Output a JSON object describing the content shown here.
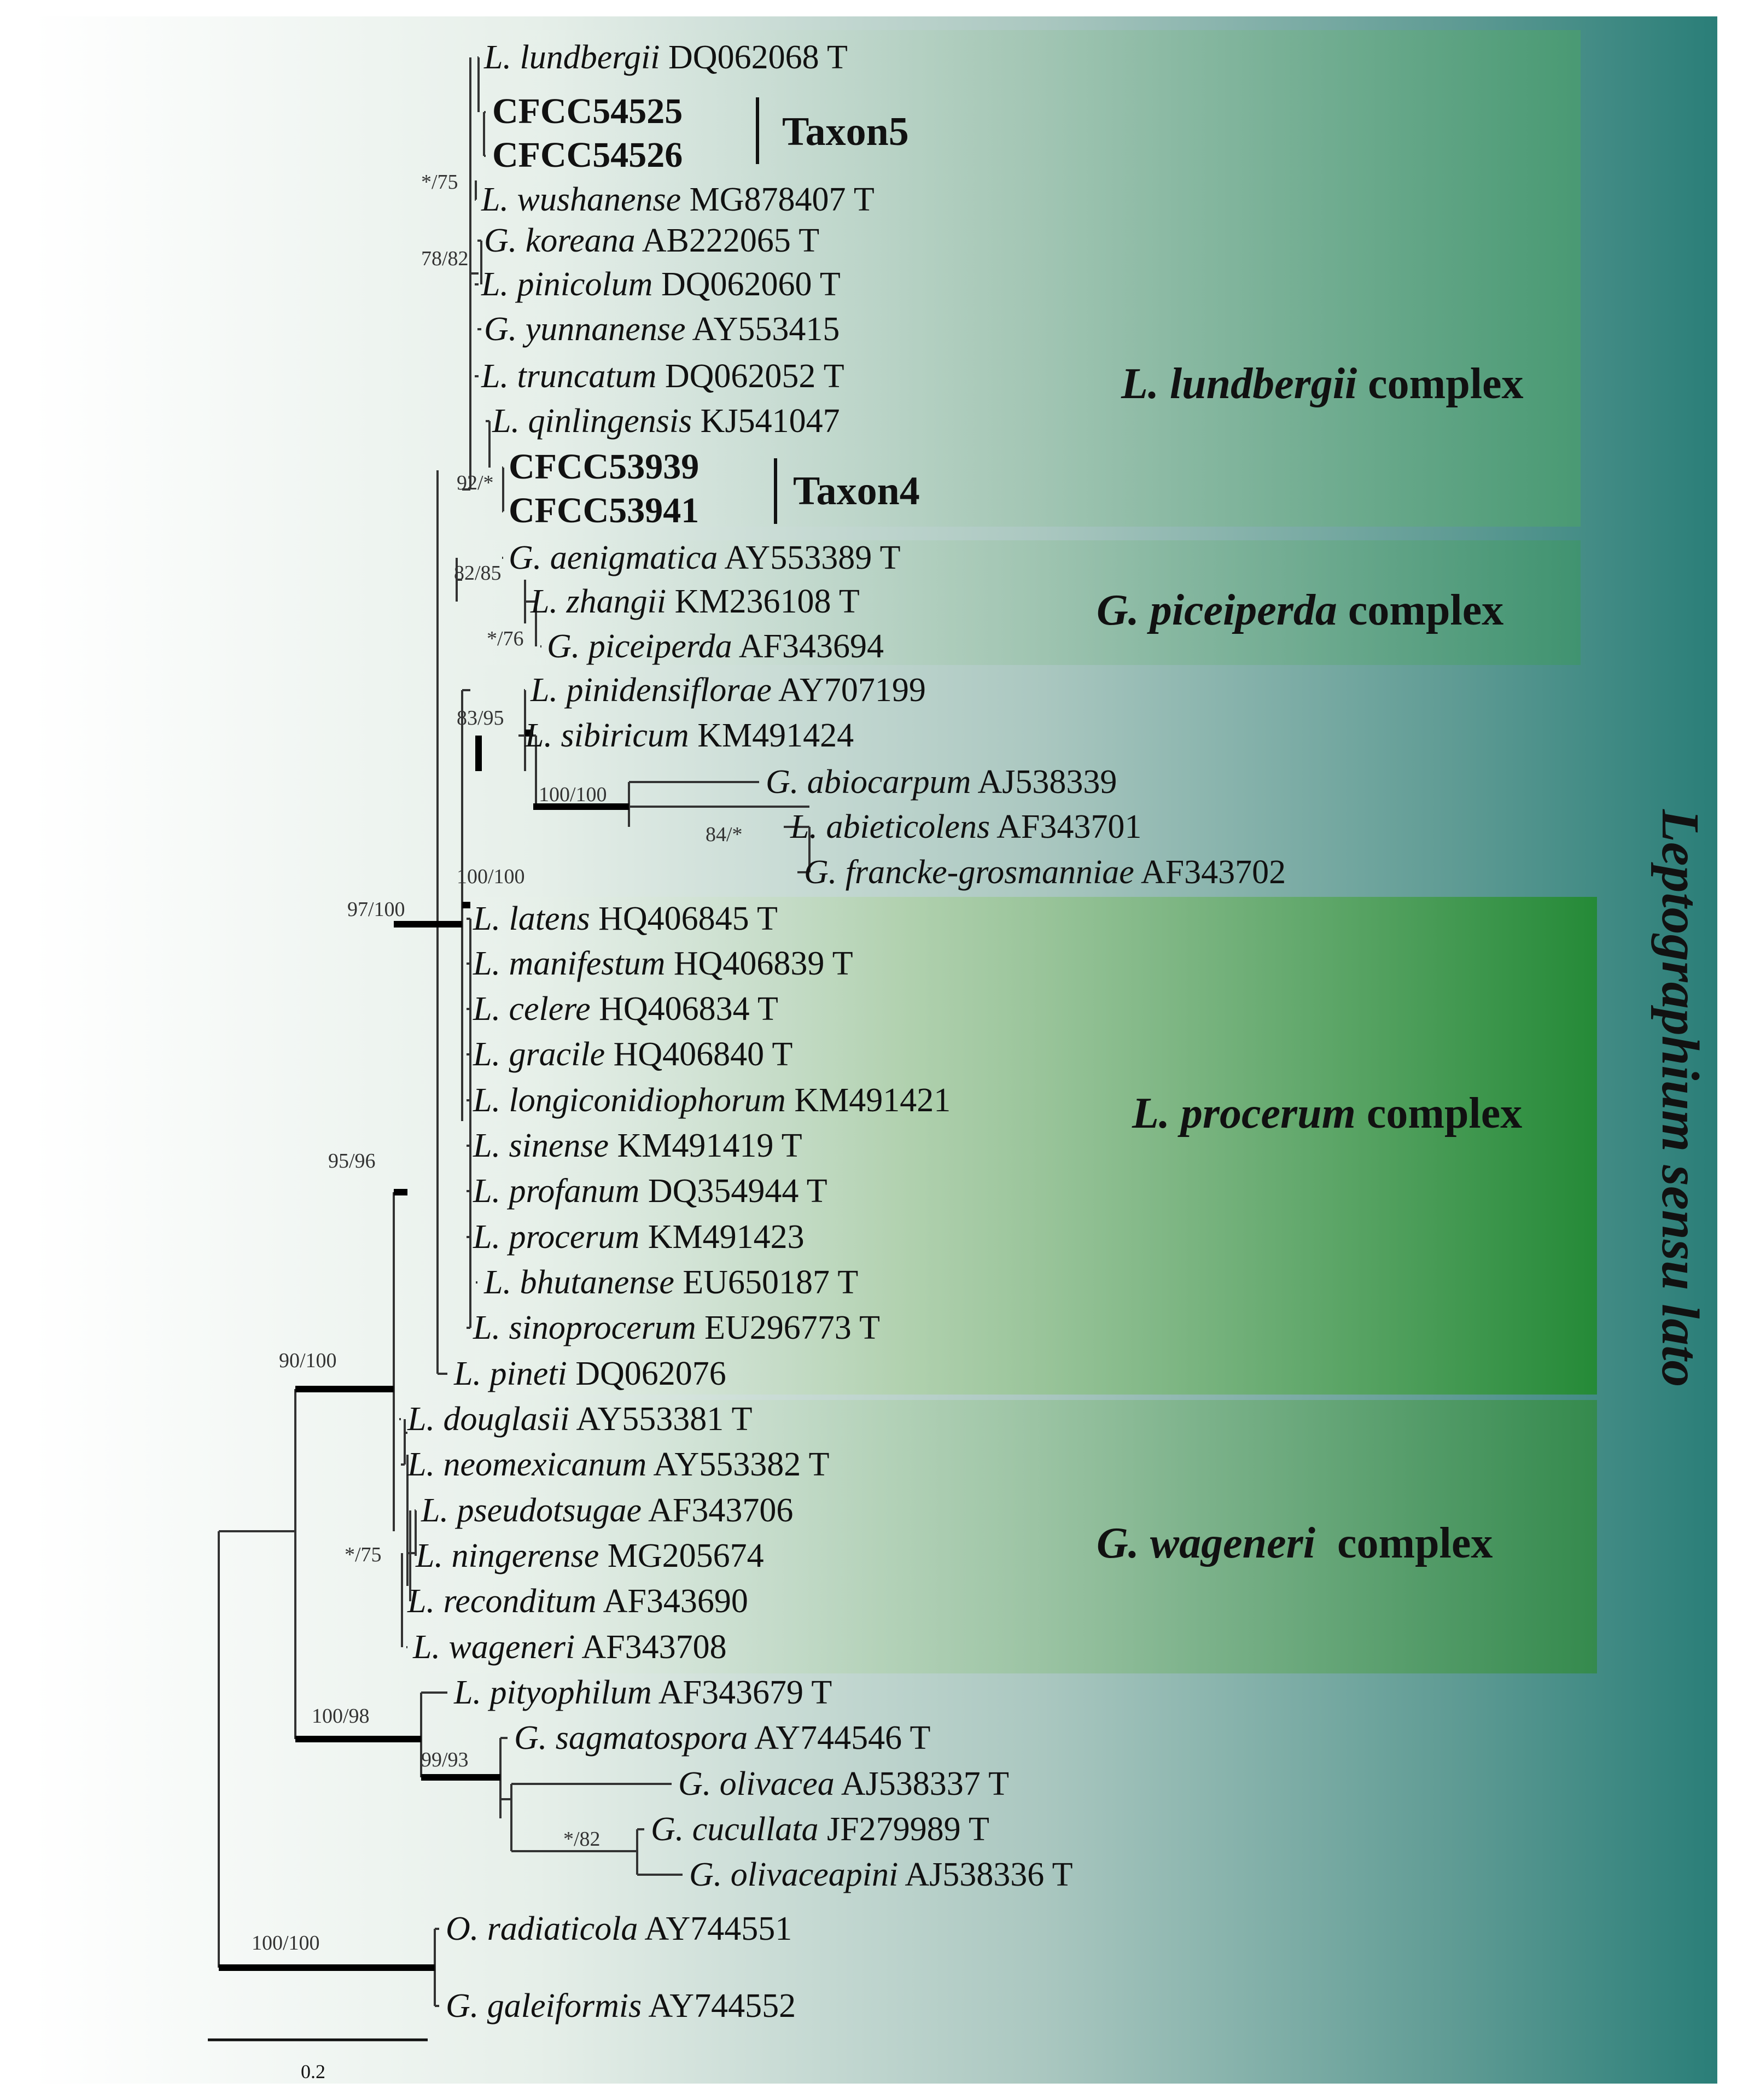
{
  "outer_label": "Leptographium sensu lato",
  "colors": {
    "background_gradient": [
      "#ffffff",
      "#2b7f78"
    ],
    "lundbergii_box": "#5a9f7c",
    "piceiperda_box": "#4f9a78",
    "procerum_box": "#2f8a3b",
    "wageneri_box": "#3e8f55",
    "thick_branch": "#000000",
    "thin_branch": "#333333"
  },
  "groups": [
    {
      "name_italic": "L. lundbergii",
      "name_rest": " complex"
    },
    {
      "name_italic": "G. piceiperda",
      "name_rest": " complex"
    },
    {
      "name_italic": "L. procerum",
      "name_rest": " complex"
    },
    {
      "name_italic": "G. wageneri",
      "name_rest": "  complex"
    }
  ],
  "taxa_labels": [
    "Taxon5",
    "Taxon4"
  ],
  "tips": [
    {
      "species": "L. lundbergii",
      "accession": " DQ062068 T"
    },
    {
      "species": "",
      "accession": "CFCC54525",
      "bold": true
    },
    {
      "species": "",
      "accession": "CFCC54526",
      "bold": true
    },
    {
      "species": "L. wushanense",
      "accession": " MG878407 T"
    },
    {
      "species": "G. koreana",
      "accession": " AB222065 T"
    },
    {
      "species": "L. pinicolum",
      "accession": " DQ062060 T"
    },
    {
      "species": "G. yunnanense",
      "accession": " AY553415"
    },
    {
      "species": "L. truncatum",
      "accession": " DQ062052 T"
    },
    {
      "species": "L. qinlingensis",
      "accession": " KJ541047"
    },
    {
      "species": "",
      "accession": "CFCC53939",
      "bold": true
    },
    {
      "species": "",
      "accession": "CFCC53941",
      "bold": true
    },
    {
      "species": "G. aenigmatica",
      "accession": " AY553389 T"
    },
    {
      "species": "L. zhangii",
      "accession": " KM236108 T"
    },
    {
      "species": "G. piceiperda",
      "accession": " AF343694"
    },
    {
      "species": "L. pinidensiflorae",
      "accession": " AY707199"
    },
    {
      "species": "L. sibiricum",
      "accession": " KM491424"
    },
    {
      "species": "G. abiocarpum",
      "accession": " AJ538339"
    },
    {
      "species": "L. abieticolens",
      "accession": " AF343701"
    },
    {
      "species": "G. francke-grosmanniae",
      "accession": " AF343702"
    },
    {
      "species": "L. latens",
      "accession": " HQ406845 T"
    },
    {
      "species": "L. manifestum",
      "accession": " HQ406839 T"
    },
    {
      "species": "L. celere",
      "accession": " HQ406834 T"
    },
    {
      "species": "L. gracile",
      "accession": " HQ406840 T"
    },
    {
      "species": "L. longiconidiophorum",
      "accession": " KM491421"
    },
    {
      "species": "L. sinense",
      "accession": " KM491419 T"
    },
    {
      "species": "L. profanum",
      "accession": " DQ354944 T"
    },
    {
      "species": "L. procerum",
      "accession": " KM491423"
    },
    {
      "species": "L. bhutanense",
      "accession": " EU650187 T"
    },
    {
      "species": "L. sinoprocerum",
      "accession": " EU296773 T"
    },
    {
      "species": "L. pineti",
      "accession": " DQ062076"
    },
    {
      "species": "L. douglasii",
      "accession": " AY553381 T"
    },
    {
      "species": "L. neomexicanum",
      "accession": " AY553382 T"
    },
    {
      "species": "L. pseudotsugae",
      "accession": " AF343706"
    },
    {
      "species": "L. ningerense",
      "accession": " MG205674"
    },
    {
      "species": "L. reconditum",
      "accession": " AF343690"
    },
    {
      "species": "L. wageneri",
      "accession": " AF343708"
    },
    {
      "species": "L. pityophilum",
      "accession": " AF343679 T"
    },
    {
      "species": "G. sagmatospora",
      "accession": " AY744546 T"
    },
    {
      "species": "G. olivacea",
      "accession": " AJ538337 T"
    },
    {
      "species": "G. cucullata",
      "accession": " JF279989 T"
    },
    {
      "species": "G. olivaceapini",
      "accession": " AJ538336 T"
    },
    {
      "species": "O. radiaticola",
      "accession": " AY744551"
    },
    {
      "species": "G. galeiformis",
      "accession": " AY744552"
    }
  ],
  "supports": [
    "*/75",
    "78/82",
    "92/*",
    "82/85",
    "*/76",
    "83/95",
    "100/100",
    "84/*",
    "100/100",
    "97/100",
    "95/96",
    "90/100",
    "*/75",
    "100/98",
    "99/93",
    "*/82",
    "100/100"
  ],
  "scale_bar": {
    "label": "0.2"
  }
}
